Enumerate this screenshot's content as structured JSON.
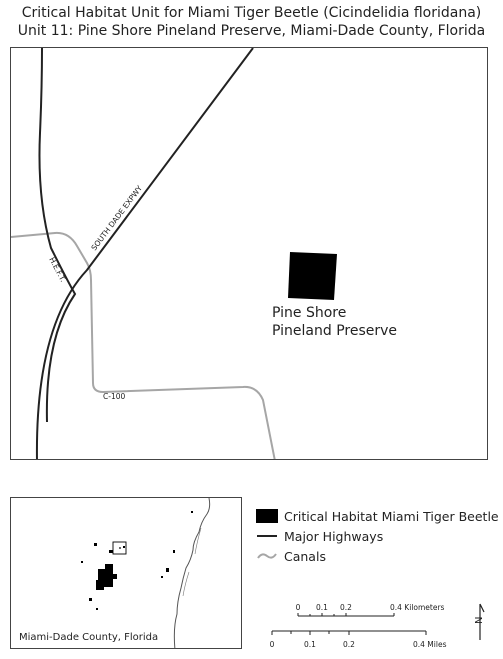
{
  "title": {
    "line1": "Critical Habitat Unit for Miami Tiger Beetle (Cicindelidia floridana)",
    "line2": "Unit 11: Pine Shore Pineland Preserve, Miami-Dade County, Florida"
  },
  "main_map": {
    "labels": {
      "expressway": "SOUTH DADE EXPWY",
      "hefte": "H.E.F.T.",
      "canal": "C-100",
      "preserve_line1": "Pine Shore",
      "preserve_line2": "Pineland Preserve"
    }
  },
  "inset_map": {
    "label": "Miami-Dade County, Florida"
  },
  "legend": {
    "items": [
      {
        "label": "Critical Habitat Miami Tiger Beetle",
        "symbol": "black-fill"
      },
      {
        "label": "Major Highways",
        "symbol": "black-line"
      },
      {
        "label": "Canals",
        "symbol": "gray-line"
      }
    ]
  },
  "scale_bar": {
    "km_labels": [
      "0",
      "0.1",
      "0.2",
      "0.4 Kilometers"
    ],
    "mile_labels": [
      "0",
      "0.1",
      "0.2",
      "0.4 Miles"
    ]
  },
  "north_arrow": {
    "letter": "N",
    "icon": "north-arrow-icon"
  },
  "colors": {
    "habitat": "#000000",
    "highway": "#222222",
    "canal": "#a6a6a6",
    "frame": "#444444"
  }
}
